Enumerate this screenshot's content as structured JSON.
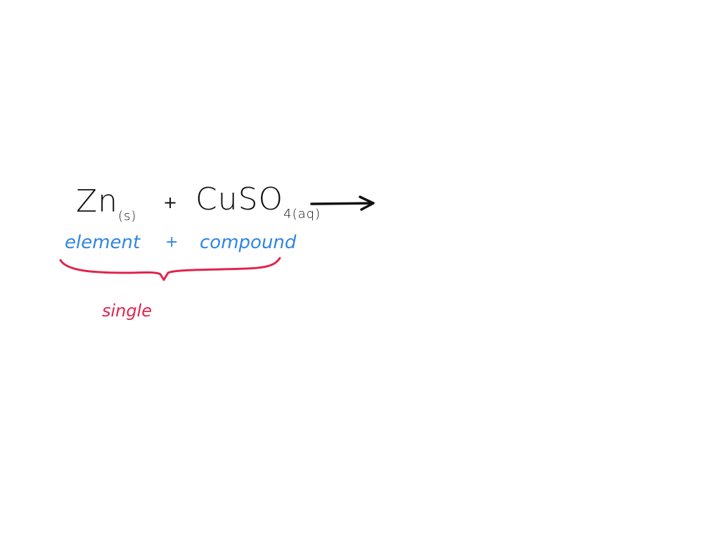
{
  "equation": {
    "reactant1": {
      "symbol": "Zn",
      "state": "(s)"
    },
    "plus": "+",
    "reactant2": {
      "symbol": "CuSO",
      "subscript": "4",
      "state": "(aq)"
    },
    "arrow": "arrow-right"
  },
  "annotations": {
    "reactant1_type": "element",
    "plus": "+",
    "reactant2_type": "compound",
    "reaction_type": "single"
  },
  "colors": {
    "ink_black": "#111111",
    "ink_blue": "#2f86e0",
    "ink_red": "#e0244c",
    "background": "#ffffff"
  }
}
